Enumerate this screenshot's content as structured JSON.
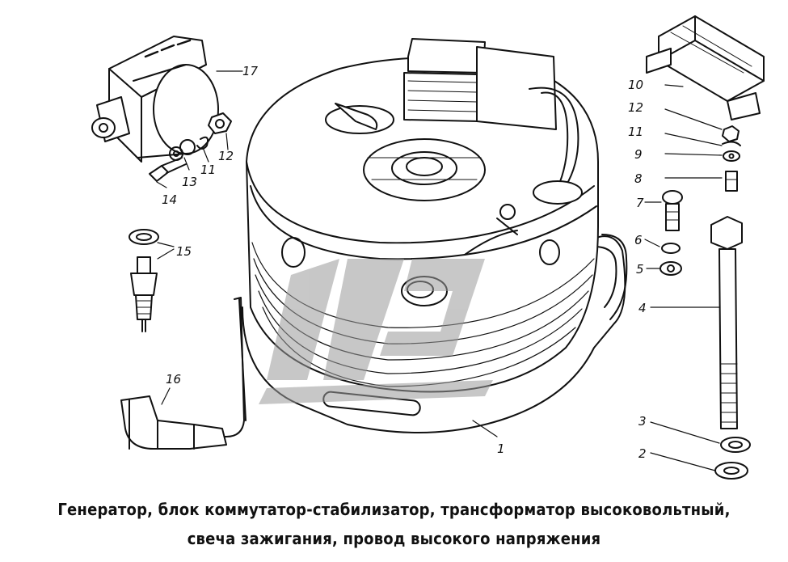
{
  "caption": {
    "line1": "Генератор, блок коммутатор-стабилизатор, трансформатор высоковольтный,",
    "line2": "свеча зажигания, провод высокого напряжения"
  },
  "callouts": {
    "n1": "1",
    "n2": "2",
    "n3": "3",
    "n4": "4",
    "n5": "5",
    "n6": "6",
    "n7": "7",
    "n8": "8",
    "n9": "9",
    "n10": "10",
    "n11_right": "11",
    "n12_right": "12",
    "n11_left": "11",
    "n12_left": "12",
    "n13": "13",
    "n14": "14",
    "n15": "15",
    "n16": "16",
    "n17": "17"
  },
  "colors": {
    "ink": "#111111",
    "paper": "#ffffff",
    "watermark": "#9a9a9a"
  },
  "watermark": {
    "icon": "watermark-logo-icon"
  }
}
